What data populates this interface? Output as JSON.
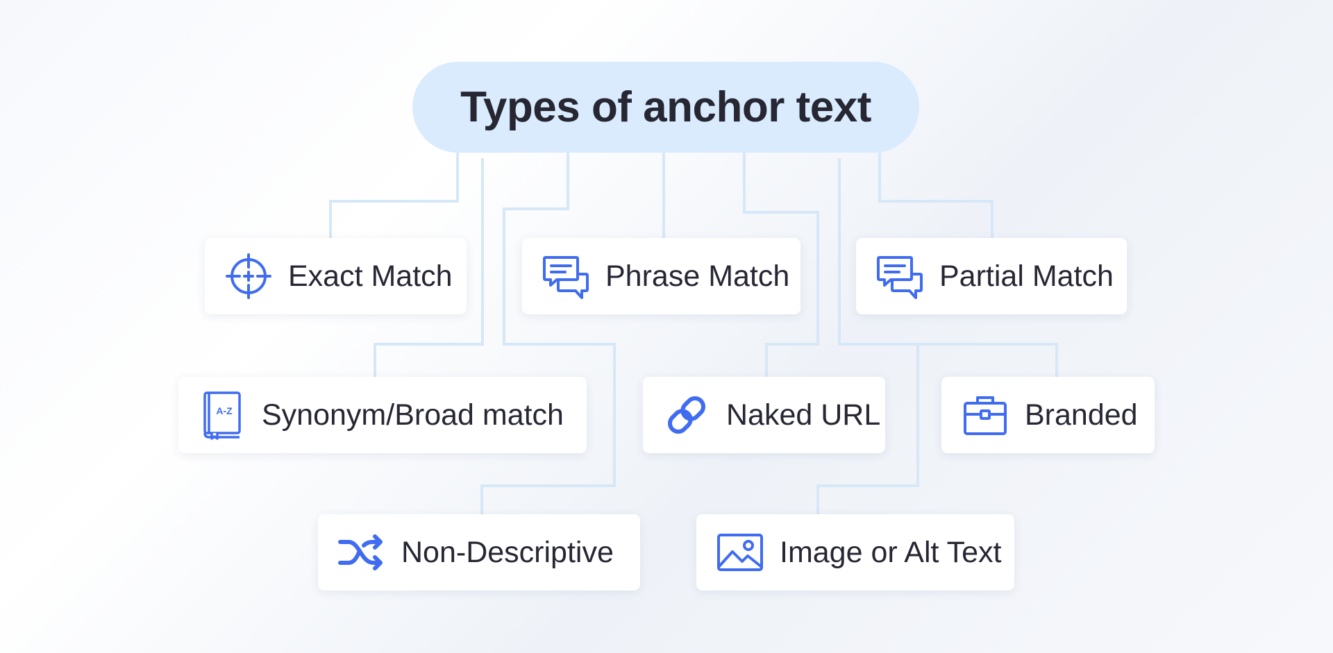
{
  "title": "Types of anchor text",
  "colors": {
    "pill": "#d9ebfd",
    "icon": "#3f6cf0",
    "connector": "#d6e7f7",
    "text": "#262733"
  },
  "items": [
    {
      "label": "Exact Match",
      "icon": "crosshair-icon"
    },
    {
      "label": "Phrase Match",
      "icon": "chat-bubbles-icon"
    },
    {
      "label": "Partial Match",
      "icon": "chat-bubbles-icon"
    },
    {
      "label": "Synonym/Broad match",
      "icon": "dictionary-book-icon",
      "icon_text": "A-Z"
    },
    {
      "label": "Naked URL",
      "icon": "link-icon"
    },
    {
      "label": "Branded",
      "icon": "briefcase-icon"
    },
    {
      "label": "Non-Descriptive",
      "icon": "shuffle-icon"
    },
    {
      "label": "Image or Alt Text",
      "icon": "image-icon"
    }
  ]
}
